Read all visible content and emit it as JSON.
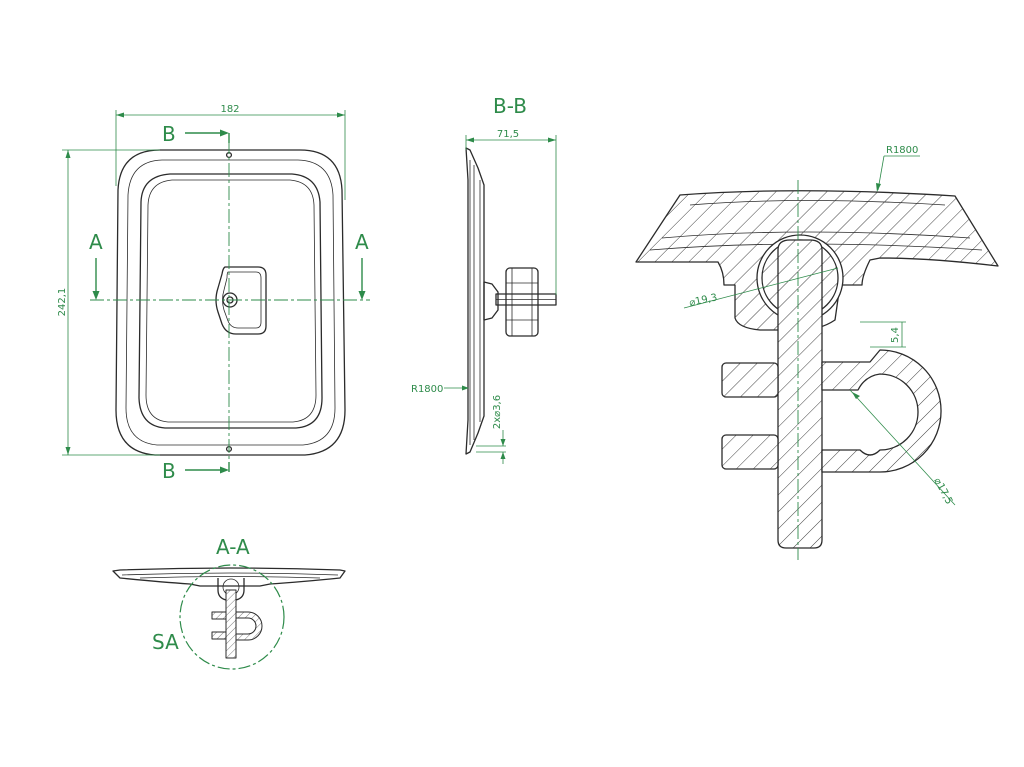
{
  "front_view": {
    "width_dim": "182",
    "height_dim": "242,1",
    "section_b_label": "B",
    "section_a_label": "A"
  },
  "section_bb": {
    "title": "B-B",
    "depth_dim": "71,5",
    "radius_label": "R1800",
    "hole_label": "2x⌀3,6"
  },
  "section_aa": {
    "title": "A-A",
    "detail_label": "SA"
  },
  "detail_sa": {
    "radius_label": "R1800",
    "ball_dia_label": "⌀19,3",
    "clamp_dia_label": "⌀17,5",
    "offset_dim": "5,4"
  }
}
